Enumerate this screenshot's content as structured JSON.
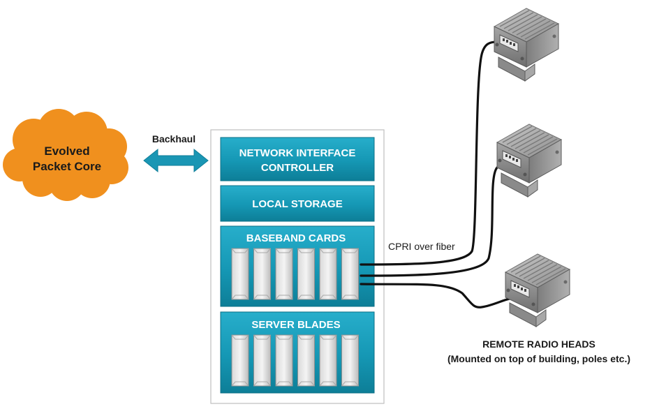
{
  "cloud": {
    "line1": "Evolved",
    "line2": "Packet Core"
  },
  "backhaul": {
    "label": "Backhaul"
  },
  "server": {
    "nic": {
      "line1": "NETWORK INTERFACE",
      "line2": "CONTROLLER"
    },
    "storage": {
      "label": "LOCAL STORAGE"
    },
    "baseband": {
      "label": "BASEBAND CARDS",
      "card_count": 6
    },
    "blades": {
      "label": "SERVER BLADES",
      "blade_count": 6
    }
  },
  "link": {
    "label": "CPRI over fiber"
  },
  "rrh": {
    "title": "REMOTE RADIO HEADS",
    "subtitle": "(Mounted on top of building, poles etc.)",
    "unit_count": 3
  },
  "colors": {
    "cloud": "#f0901e",
    "arrow": "#1a96b4",
    "block": "#1497b4",
    "cable": "#111111"
  }
}
